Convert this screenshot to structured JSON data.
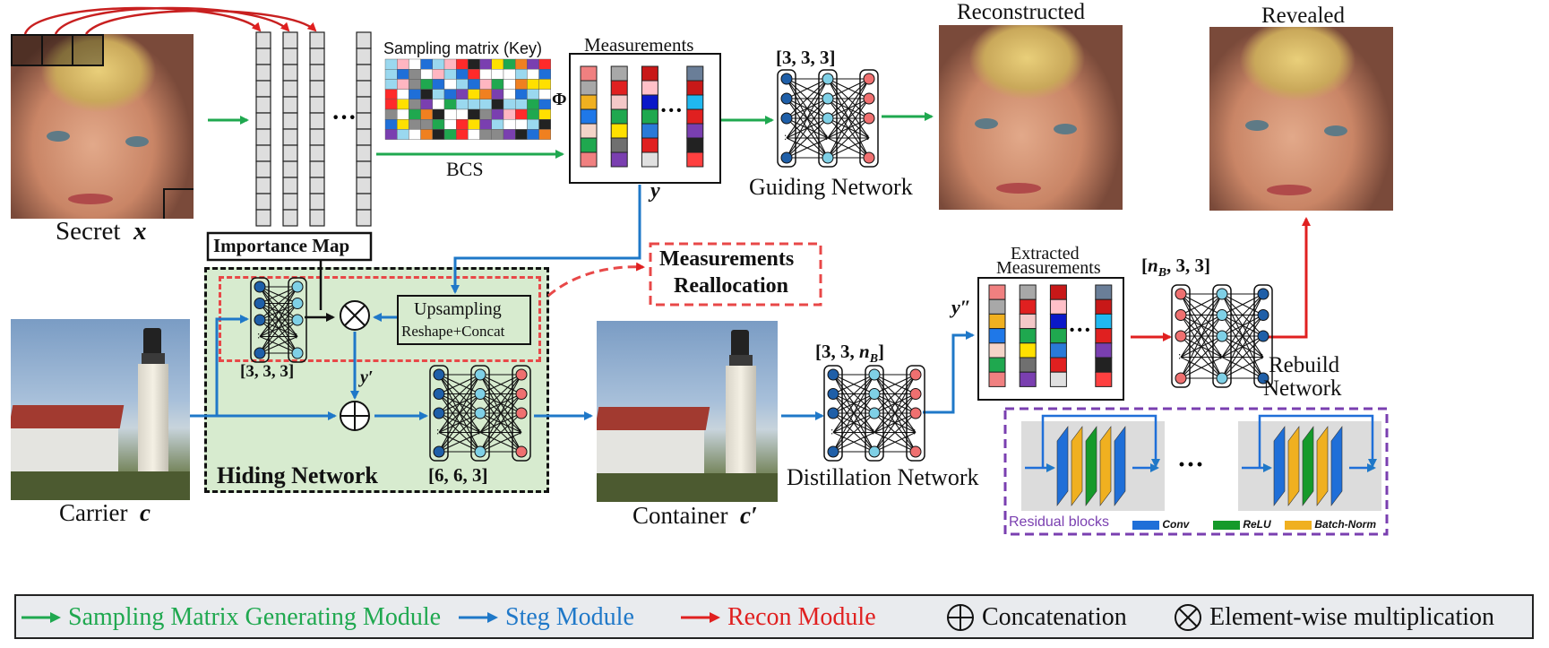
{
  "labels": {
    "secret": "Secret",
    "secret_var": "x",
    "carrier": "Carrier",
    "carrier_var": "c",
    "container": "Container",
    "container_var": "c′",
    "reconstructed": "Reconstructed",
    "revealed": "Revealed",
    "sampling_matrix": "Sampling matrix (Key)",
    "phi": "Φ",
    "measurements": "Measurements",
    "bcs": "BCS",
    "y": "y",
    "y_prime": "y′",
    "y_double_prime": "y″",
    "guiding_network": "Guiding Network",
    "guiding_dims": "[3, 3, 3]",
    "importance_map": "Importance Map",
    "importance_dims": "[3, 3, 3]",
    "measurements_reallocation_1": "Measurements",
    "measurements_reallocation_2": "Reallocation",
    "upsampling": "Upsampling",
    "reshape_concat": "Reshape+Concat",
    "hiding_network": "Hiding Network",
    "hiding_dims": "[6, 6, 3]",
    "distillation_network": "Distillation Network",
    "distillation_dims": "[3, 3, n_B]",
    "extracted_measurements_1": "Extracted",
    "extracted_measurements_2": "Measurements",
    "rebuild_dims": "[n_B, 3, 3]",
    "rebuild_network_1": "Rebuild",
    "rebuild_network_2": "Network",
    "residual_blocks": "Residual blocks",
    "conv": "Conv",
    "relu": "ReLU",
    "batch_norm": "Batch-Norm",
    "dots": "···"
  },
  "legend": {
    "sampling": "Sampling Matrix Generating Module",
    "steg": "Steg Module",
    "recon": "Recon Module",
    "concat": "Concatenation",
    "mult": "Element-wise multiplication"
  },
  "colors": {
    "green": "#1fa84f",
    "blue": "#1f78c8",
    "red": "#e02020",
    "hiding_bg": "#d7ebcf",
    "purple": "#7a3fb0",
    "conv": "#1f6fd8",
    "relu": "#159a2a",
    "batch_norm": "#f0b020",
    "node_dark": "#1f5fa8",
    "node_light": "#7fd0e6",
    "node_red": "#ef7070"
  }
}
